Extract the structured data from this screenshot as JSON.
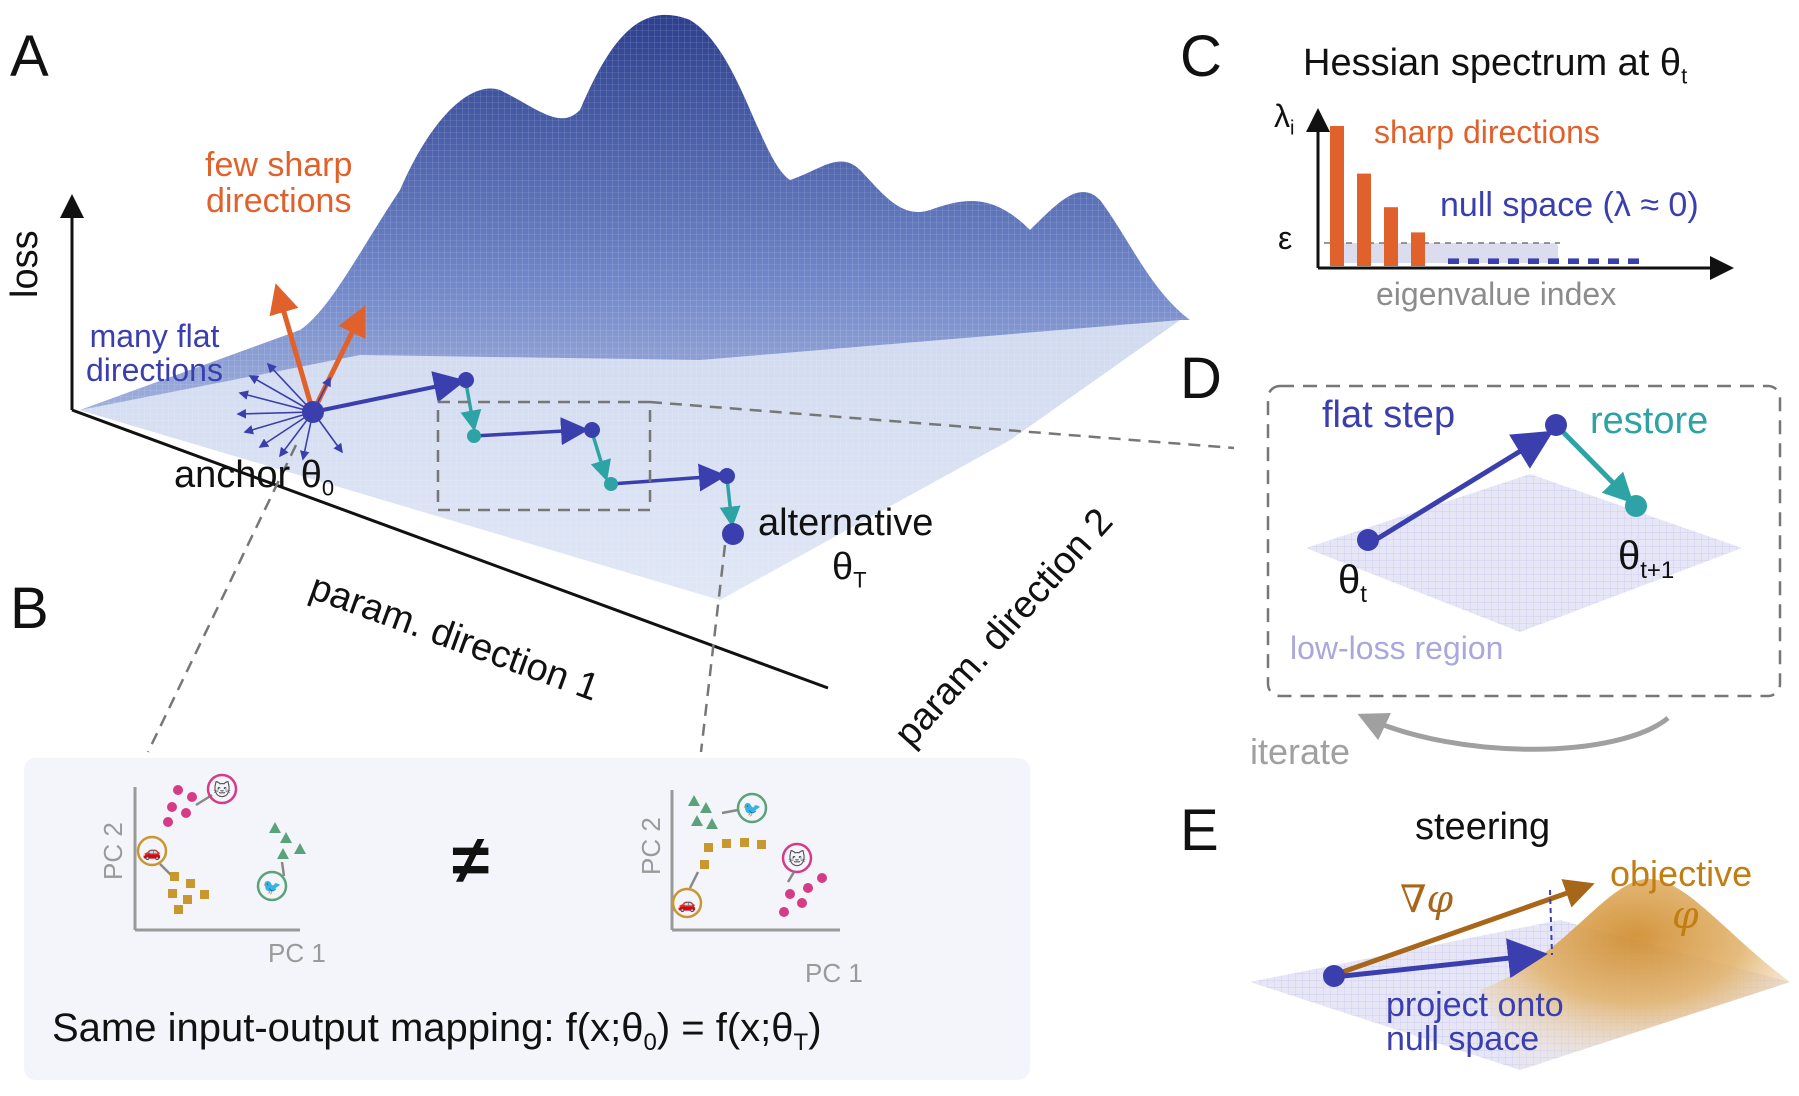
{
  "panel_letters": {
    "a": "A",
    "b": "B",
    "c": "C",
    "d": "D",
    "e": "E"
  },
  "panel_a": {
    "y_axis": "loss",
    "x_axis_1": "param. direction 1",
    "x_axis_2": "param. direction 2",
    "sharp": [
      "few sharp",
      "directions"
    ],
    "flat": [
      "many flat",
      "directions"
    ],
    "anchor": "anchor θ",
    "anchor_sub": "0",
    "alternative": "alternative",
    "alt_theta": "θ",
    "alt_sub": "T"
  },
  "panel_b": {
    "pc1": "PC 1",
    "pc2": "PC 2",
    "not_equal": "≠",
    "caption_parts": [
      "Same input-output mapping: f(x;θ",
      "0",
      ") = f(x;θ",
      "T",
      ")"
    ]
  },
  "panel_c": {
    "title": "Hessian spectrum at θ",
    "title_sub": "t",
    "y_label": "λ",
    "y_sub": "i",
    "eps": "ε",
    "sharp_label": "sharp directions",
    "null_label": "null space (λ ≈ 0)",
    "x_label": "eigenvalue index"
  },
  "panel_d": {
    "flat_step": "flat step",
    "restore": "restore",
    "theta_t": "θ",
    "theta_t_sub": "t",
    "theta_t1": "θ",
    "theta_t1_sub": "t+1",
    "region": "low-loss region",
    "iterate": "iterate"
  },
  "panel_e": {
    "title": "steering",
    "objective": "objective",
    "phi": "φ",
    "grad": "∇φ",
    "project": [
      "project onto",
      "null space"
    ]
  },
  "colors": {
    "blue": "#3b3fae",
    "orange": "#e0612c",
    "teal": "#2ea3a5",
    "gold": "#c27d13",
    "pink": "#d63b86",
    "green": "#5aa37a",
    "tan": "#c8982e"
  },
  "chart_data": {
    "type": "bar",
    "sharp_values": [
      1.0,
      0.66,
      0.42,
      0.24
    ],
    "null_values": [
      0.04,
      0.04,
      0.04,
      0.04,
      0.04,
      0.04,
      0.04,
      0.04,
      0.04,
      0.04
    ]
  }
}
